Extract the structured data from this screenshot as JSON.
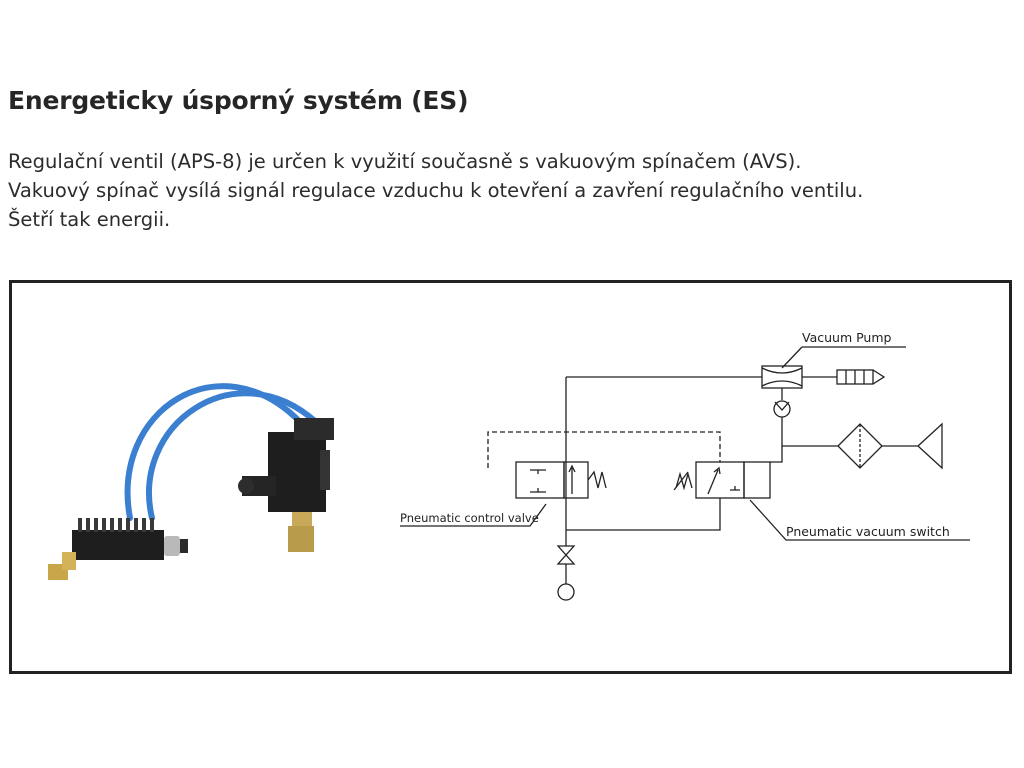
{
  "heading": {
    "title": "Energeticky úsporný systém (ES)"
  },
  "description": {
    "lines": [
      "Regulační ventil (APS-8) je určen k využití současně s vakuovým spínačem (AVS).",
      "Vakuový spínač vysílá signál regulace vzduchu k otevření a zavření regulačního ventilu.",
      "Šetří tak energii."
    ]
  },
  "diagram": {
    "labels": {
      "vacuum_pump": "Vacuum Pump",
      "control_valve": "Pneumatic control valve",
      "vacuum_switch": "Pneumatic vacuum switch"
    },
    "colors": {
      "tube": "#3a7fd0",
      "body": "#1e1e1e",
      "line": "#222222"
    }
  }
}
